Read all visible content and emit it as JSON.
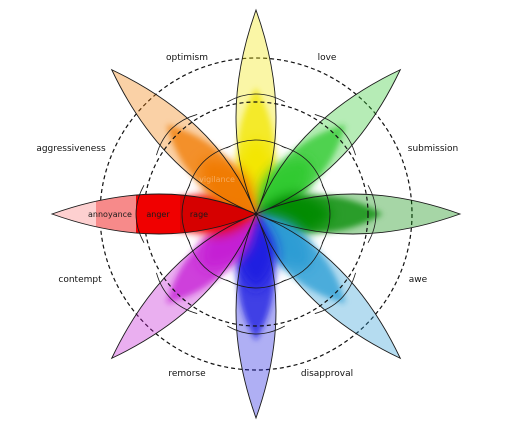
{
  "dyads": {
    "optimism": "optimism",
    "love": "love",
    "submission": "submission",
    "awe": "awe",
    "disapproval": "disapproval",
    "remorse": "remorse",
    "contempt": "contempt",
    "aggressiveness": "aggressiveness"
  },
  "anger_petal": {
    "outer": "annoyance",
    "middle": "anger",
    "inner": "rage"
  },
  "anticipation_inner": "vigilance",
  "colors": {
    "joy": "#f2e600",
    "trust": "#2ec92e",
    "fear": "#008a00",
    "surprise": "#2a9cd4",
    "sadness": "#1a1ae0",
    "disgust": "#c41ad4",
    "anger": "#f00000",
    "anticipation": "#f07a00"
  }
}
